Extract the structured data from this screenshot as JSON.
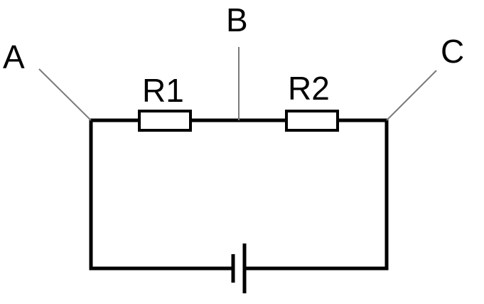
{
  "diagram": {
    "nodes": {
      "a": "A",
      "b": "B",
      "c": "C"
    },
    "components": {
      "r1": "R1",
      "r2": "R2"
    },
    "colors": {
      "wire": "#000000",
      "leader_line": "#7a7a7a",
      "background": "#ffffff"
    }
  }
}
